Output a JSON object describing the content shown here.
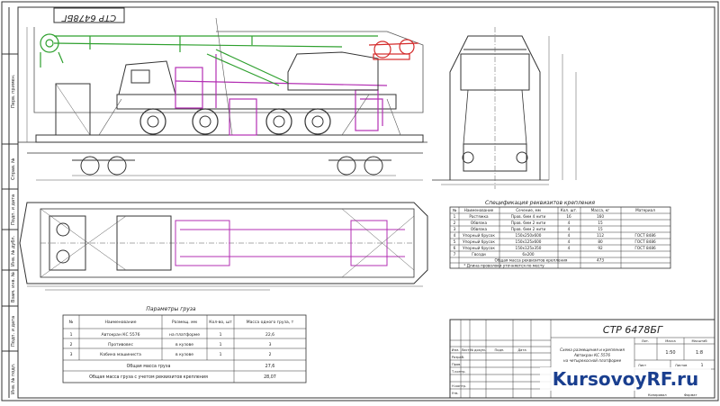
{
  "sheet": {
    "top_stamp": "СТР 6478БГ",
    "side_column_labels": [
      "Перв. примен.",
      "Справ. №",
      "Подп. и дата",
      "Инв. № дубл.",
      "Взам. инв. №",
      "Подп. и дата",
      "Инв. № подл."
    ]
  },
  "spec_table": {
    "title": "Спецификация реквизитов крепления",
    "headers": [
      "№",
      "Наименование",
      "Сечение, мм",
      "Кол. шт.",
      "Масса, кг",
      "Материал"
    ],
    "rows": [
      [
        "1",
        "Растяжка",
        "Пров. 6мм 4 нити",
        "16",
        "160",
        ""
      ],
      [
        "2",
        "Обвязка",
        "Пров. 6мм 2 нити",
        "4",
        "15",
        ""
      ],
      [
        "3",
        "Обвязка",
        "Пров. 6мм 2 нити",
        "4",
        "15",
        ""
      ],
      [
        "4",
        "Упорный брусок",
        "150x250x600",
        "4",
        "112",
        "ГОСТ 8486"
      ],
      [
        "5",
        "Упорный брусок",
        "150x125x600",
        "4",
        "80",
        "ГОСТ 8486"
      ],
      [
        "6",
        "Упорный брусок",
        "150x125x350",
        "4",
        "92",
        "ГОСТ 8486"
      ],
      [
        "7",
        "Гвозди",
        "6x200",
        "",
        "",
        ""
      ]
    ],
    "total_row": "Общая масса реквизитов крепления",
    "total_value": "473",
    "note": "* Длина проволоки уточняется по месту"
  },
  "cargo_table": {
    "title": "Параметры груза",
    "headers": [
      "№",
      "Наименование",
      "Размещ. мм",
      "Кол-во, шт",
      "Масса одного груза, т"
    ],
    "rows": [
      [
        "1",
        "Автокран КС 5576",
        "на платформе",
        "1",
        "22,6"
      ],
      [
        "2",
        "Противовес",
        "в кузове",
        "1",
        "3"
      ],
      [
        "3",
        "Кабина машиниста",
        "в кузове",
        "1",
        "2"
      ]
    ],
    "total_row": "Общая масса груза",
    "total_value": "27,6",
    "gross_row": "Общая масса груза с учетом реквизитов крепления",
    "gross_value": "28,07"
  },
  "title_block": {
    "code": "СТР 6478БГ",
    "description_lines": [
      "Схема размещения и крепления",
      "Автокран КС 5576",
      "на четырехосной платформе"
    ],
    "left_headers": [
      "Изм.",
      "Лист",
      "№ докум.",
      "Подп.",
      "Дата"
    ],
    "role_labels": [
      "Разраб.",
      "Пров.",
      "Т.контр.",
      "Н.контр.",
      "Утв."
    ],
    "stage_header": "Лит.",
    "mass_header": "Масса",
    "scale_header": "Масштаб",
    "mass_value": "1:50",
    "scale_value": "1:8",
    "sheet_label": "Лист",
    "sheets_label": "Листов",
    "sheets_value": "1",
    "format_labels": [
      "Копировал",
      "Формат"
    ]
  },
  "watermark": {
    "text": "KursovoyRF.ru"
  },
  "colors": {
    "boom": "#2fa02f",
    "frame": "#b32fb3",
    "winch": "#d42a2a",
    "line": "#333333",
    "watermark": "#1a3f8f"
  }
}
